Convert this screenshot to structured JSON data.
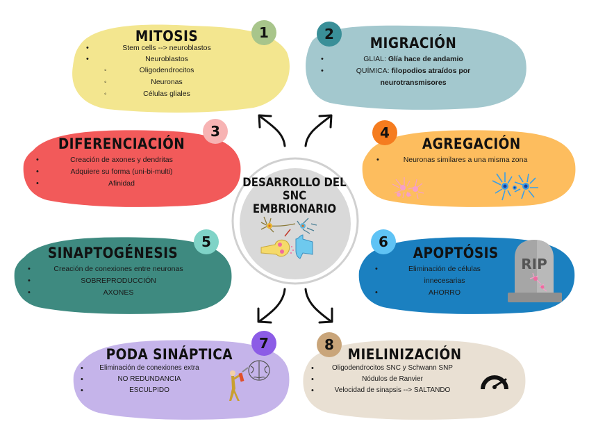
{
  "center": {
    "title_line1": "DESARROLLO DEL",
    "title_line2": "SNC EMBRIONARIO",
    "illustration": "neuron-synapse-illustration"
  },
  "colors": {
    "mitosis": "#f3e68f",
    "migracion": "#a3c8ce",
    "diferenciacion": "#f25a5a",
    "agregacion": "#fdbd5e",
    "sinaptogenesis": "#3e8a80",
    "apoptosis": "#1b80c0",
    "poda": "#c5b4ea",
    "mielinizacion": "#e9e0d3",
    "center_circle": "#d9d9d9"
  },
  "stages": [
    {
      "number": "1",
      "title": "MITOSIS",
      "badge_color": "#a8c58b",
      "items": [
        {
          "level": 1,
          "text": "Stem cells --> neuroblastos"
        },
        {
          "level": 1,
          "text": "Neuroblastos"
        },
        {
          "level": 2,
          "text": "Oligodendrocitos"
        },
        {
          "level": 2,
          "text": "Neuronas"
        },
        {
          "level": 2,
          "text": "Células gliales"
        }
      ]
    },
    {
      "number": "2",
      "title": "MIGRACIÓN",
      "badge_color": "#3a8f98",
      "items": [
        {
          "level": 1,
          "label": "GLIAL: ",
          "text": "Glía hace de andamio"
        },
        {
          "level": 1,
          "label": "QUÍMICA: ",
          "text": "filopodios atraídos por",
          "continuation": "neurotransmisores"
        }
      ]
    },
    {
      "number": "3",
      "title": "DIFERENCIACIÓN",
      "badge_color": "#f7b3b3",
      "items": [
        {
          "level": 1,
          "text": "Creación de axones y dendritas"
        },
        {
          "level": 1,
          "text": "Adquiere su forma (uni-bi-multi)"
        },
        {
          "level": 1,
          "text": "Afinidad"
        }
      ]
    },
    {
      "number": "4",
      "title": "AGREGACIÓN",
      "badge_color": "#f57c1f",
      "items": [
        {
          "level": 1,
          "text": "Neuronas similares a una misma zona"
        }
      ],
      "illustrations": [
        "pink-neurons-cluster",
        "blue-neurons-cluster"
      ]
    },
    {
      "number": "5",
      "title": "SINAPTOGÉNESIS",
      "badge_color": "#7fd3c7",
      "items": [
        {
          "level": 1,
          "text": "Creación de conexiones entre neuronas"
        },
        {
          "level": 1,
          "text": "SOBREPRODUCCIÓN"
        },
        {
          "level": 1,
          "text": "AXONES"
        }
      ]
    },
    {
      "number": "6",
      "title": "APOPTÓSIS",
      "badge_color": "#5fc3f5",
      "items": [
        {
          "level": 1,
          "text": "Eliminación de células",
          "continuation": "innecesarias"
        },
        {
          "level": 1,
          "text": "AHORRO"
        }
      ],
      "tombstone_text": "RIP"
    },
    {
      "number": "7",
      "title": "PODA SINÁPTICA",
      "badge_color": "#8c5ce6",
      "items": [
        {
          "level": 1,
          "text": "Eliminación de conexiones extra"
        },
        {
          "level": 1,
          "text": "NO REDUNDANCIA"
        },
        {
          "level": 1,
          "text": "ESCULPIDO"
        }
      ]
    },
    {
      "number": "8",
      "title": "MIELINIZACIÓN",
      "badge_color": "#c9a57a",
      "items": [
        {
          "level": 1,
          "text": "Oligodendrocitos SNC y Schwann SNP"
        },
        {
          "level": 1,
          "text": "Nódulos de Ranvier"
        },
        {
          "level": 1,
          "text": "Velocidad de sinapsis --> SALTANDO"
        }
      ]
    }
  ]
}
